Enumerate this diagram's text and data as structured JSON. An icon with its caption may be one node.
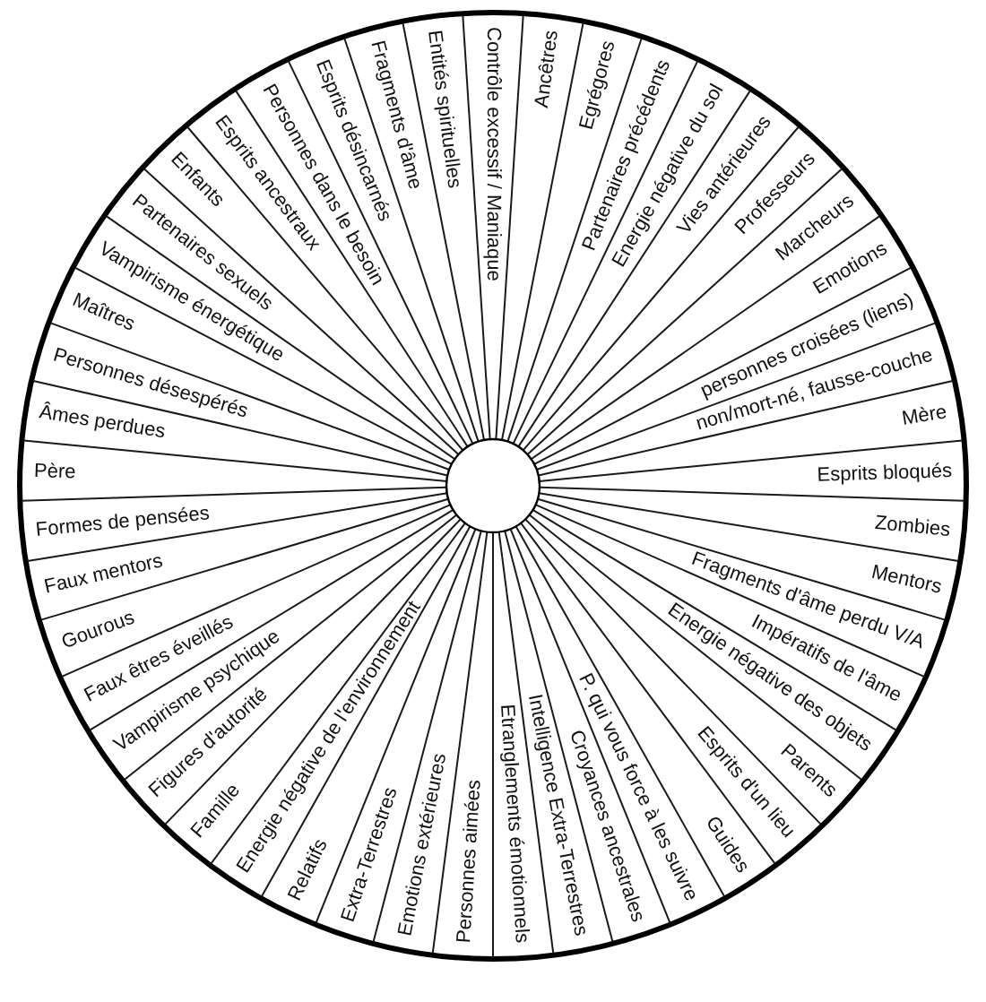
{
  "diagram": {
    "nodes": [
      {
        "text": [
          "Contrôle excessif / Maniaque"
        ]
      },
      {
        "text": [
          "Ancêtres"
        ]
      },
      {
        "text": [
          "Egrégores"
        ]
      },
      {
        "text": [
          "Partenaires précédents"
        ]
      },
      {
        "text": [
          "Energie négative du sol"
        ]
      },
      {
        "text": [
          "Vies antérieures"
        ]
      },
      {
        "text": [
          "Professeurs"
        ]
      },
      {
        "text": [
          "Marcheurs"
        ]
      },
      {
        "text": [
          "Emotions"
        ]
      },
      {
        "text": [
          "personnes croisées (liens)"
        ]
      },
      {
        "text": [
          "non/mort-né, fausse-couche"
        ]
      },
      {
        "text": [
          "Mère"
        ]
      },
      {
        "text": [
          "Esprits bloqués"
        ]
      },
      {
        "text": [
          "Zombies"
        ]
      },
      {
        "text": [
          "Mentors"
        ]
      },
      {
        "text": [
          "Fragments d'âme perdu V/A"
        ]
      },
      {
        "text": [
          "Impératifs de l'âme"
        ]
      },
      {
        "text": [
          "Energie négative des objets"
        ]
      },
      {
        "text": [
          "Parents"
        ]
      },
      {
        "text": [
          "Esprits d'un lieu"
        ]
      },
      {
        "text": [
          "Guides"
        ]
      },
      {
        "text": [
          "P. qui vous force à les suivre"
        ]
      },
      {
        "text": [
          "Croyances ancestrales"
        ]
      },
      {
        "text": [
          "Intelligence Extra-Terrestres"
        ]
      },
      {
        "text": [
          "Etranglements émotionnels"
        ]
      },
      {
        "text": [
          "Personnes aimées"
        ]
      },
      {
        "text": [
          "Emotions extérieures"
        ]
      },
      {
        "text": [
          "Extra-Terrestres"
        ]
      },
      {
        "text": [
          "Relatifs"
        ]
      },
      {
        "text": [
          "Energie négative de l'environnement"
        ]
      },
      {
        "text": [
          "Famille"
        ]
      },
      {
        "text": [
          "Figures d'autorité"
        ]
      },
      {
        "text": [
          "Vampirisme psychique"
        ]
      },
      {
        "text": [
          "Faux êtres éveillés"
        ]
      },
      {
        "text": [
          "Gourous"
        ]
      },
      {
        "text": [
          "Faux mentors"
        ]
      },
      {
        "text": [
          "Formes de pensées"
        ]
      },
      {
        "text": [
          "Père"
        ]
      },
      {
        "text": [
          "Âmes perdues"
        ]
      },
      {
        "text": [
          "Personnes désespérés"
        ]
      },
      {
        "text": [
          "Maîtres"
        ]
      },
      {
        "text": [
          "Vampirisme énergétique"
        ]
      },
      {
        "text": [
          "Partenaires sexuels"
        ]
      },
      {
        "text": [
          "Enfants"
        ]
      },
      {
        "text": [
          "Esprits ancestraux"
        ]
      },
      {
        "text": [
          "Personnes dans le besoin"
        ]
      },
      {
        "text": [
          "Esprits désincarnés"
        ]
      },
      {
        "text": [
          "Fragments d'âme"
        ]
      },
      {
        "text": [
          "Entités spirituelles"
        ]
      }
    ]
  }
}
